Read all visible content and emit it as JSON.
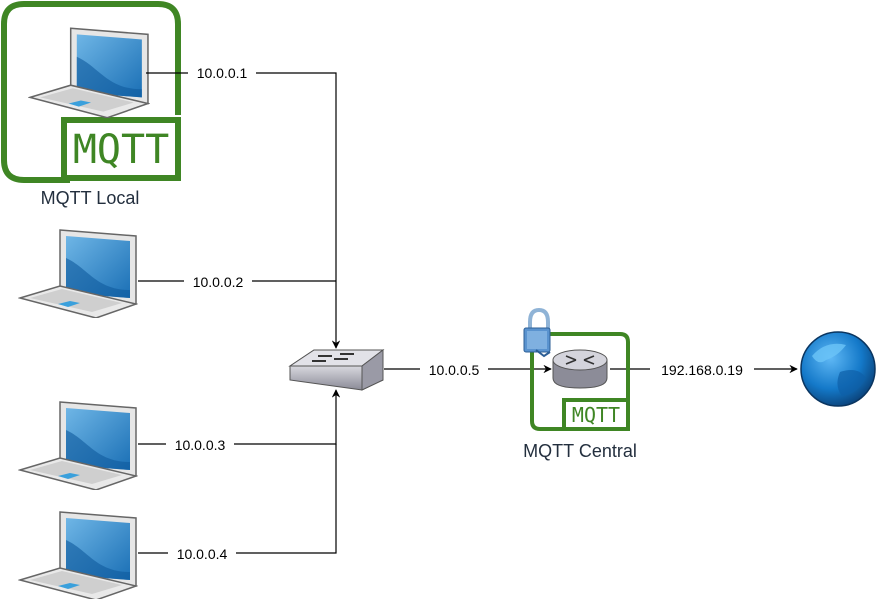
{
  "nodes": {
    "local_group": {
      "label": "MQTT Local",
      "badge": "MQTT"
    },
    "central_group": {
      "label": "MQTT Central",
      "badge": "MQTT"
    }
  },
  "links": {
    "laptop1": "10.0.0.1",
    "laptop2": "10.0.0.2",
    "laptop3": "10.0.0.3",
    "laptop4": "10.0.0.4",
    "switch_to_router": "10.0.0.5",
    "router_to_internet": "192.168.0.19"
  },
  "icons": {
    "laptop": "laptop-icon",
    "switch": "network-switch-icon",
    "router": "router-icon",
    "lock": "padlock-icon",
    "globe": "globe-icon"
  },
  "colors": {
    "mqtt_green": "#3F8624",
    "label_text": "#232F3E",
    "screen_blue": "#2F7FC1",
    "globe_blue": "#1479C9"
  }
}
